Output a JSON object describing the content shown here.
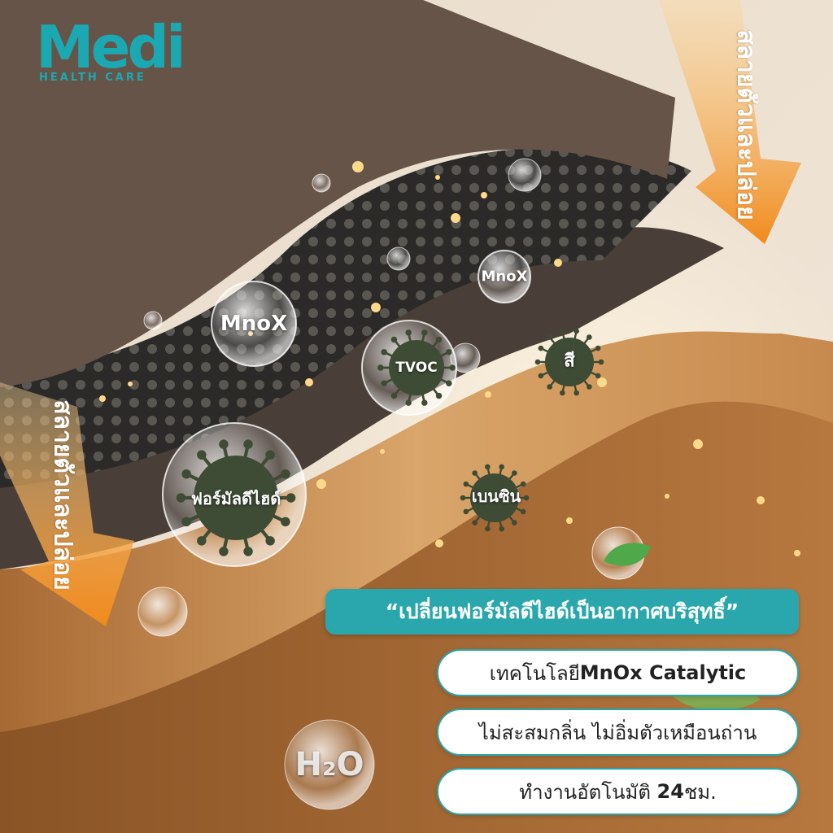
{
  "brand": {
    "name": "Medi",
    "tagline": "HEALTH CARE",
    "color": "#1aa9b3"
  },
  "arrows": [
    {
      "label": "สลายตัวและปล่อย",
      "color": "#f49a2b"
    },
    {
      "label": "สลายตัวและปล่อย",
      "color": "#f49a2b"
    }
  ],
  "bubbles": {
    "mnox_large": "MnoX",
    "mnox_small": "MnoX",
    "tvoc": "TVOC",
    "color": "สี",
    "formaldehyde": "ฟอร์มัลดีไฮด์",
    "benzene": "เบนซิน",
    "h2o": "H₂O"
  },
  "headline": "“เปลี่ยนฟอร์มัลดีไฮด์เป็นอากาศบริสุทธิ์”",
  "features": [
    {
      "prefix": "เทคโนโลยี ",
      "strong": "MnOx Catalytic",
      "suffix": ""
    },
    {
      "prefix": "ไม่สะสมกลิ่น ไม่อิ่มตัวเหมือนถ่าน",
      "strong": "",
      "suffix": ""
    },
    {
      "prefix": "ทำงานอัตโนมัติ ",
      "strong": "24",
      "suffix": " ชม."
    }
  ],
  "theme": {
    "accent": "#2aa7ad",
    "virus": "#3e4b35"
  }
}
